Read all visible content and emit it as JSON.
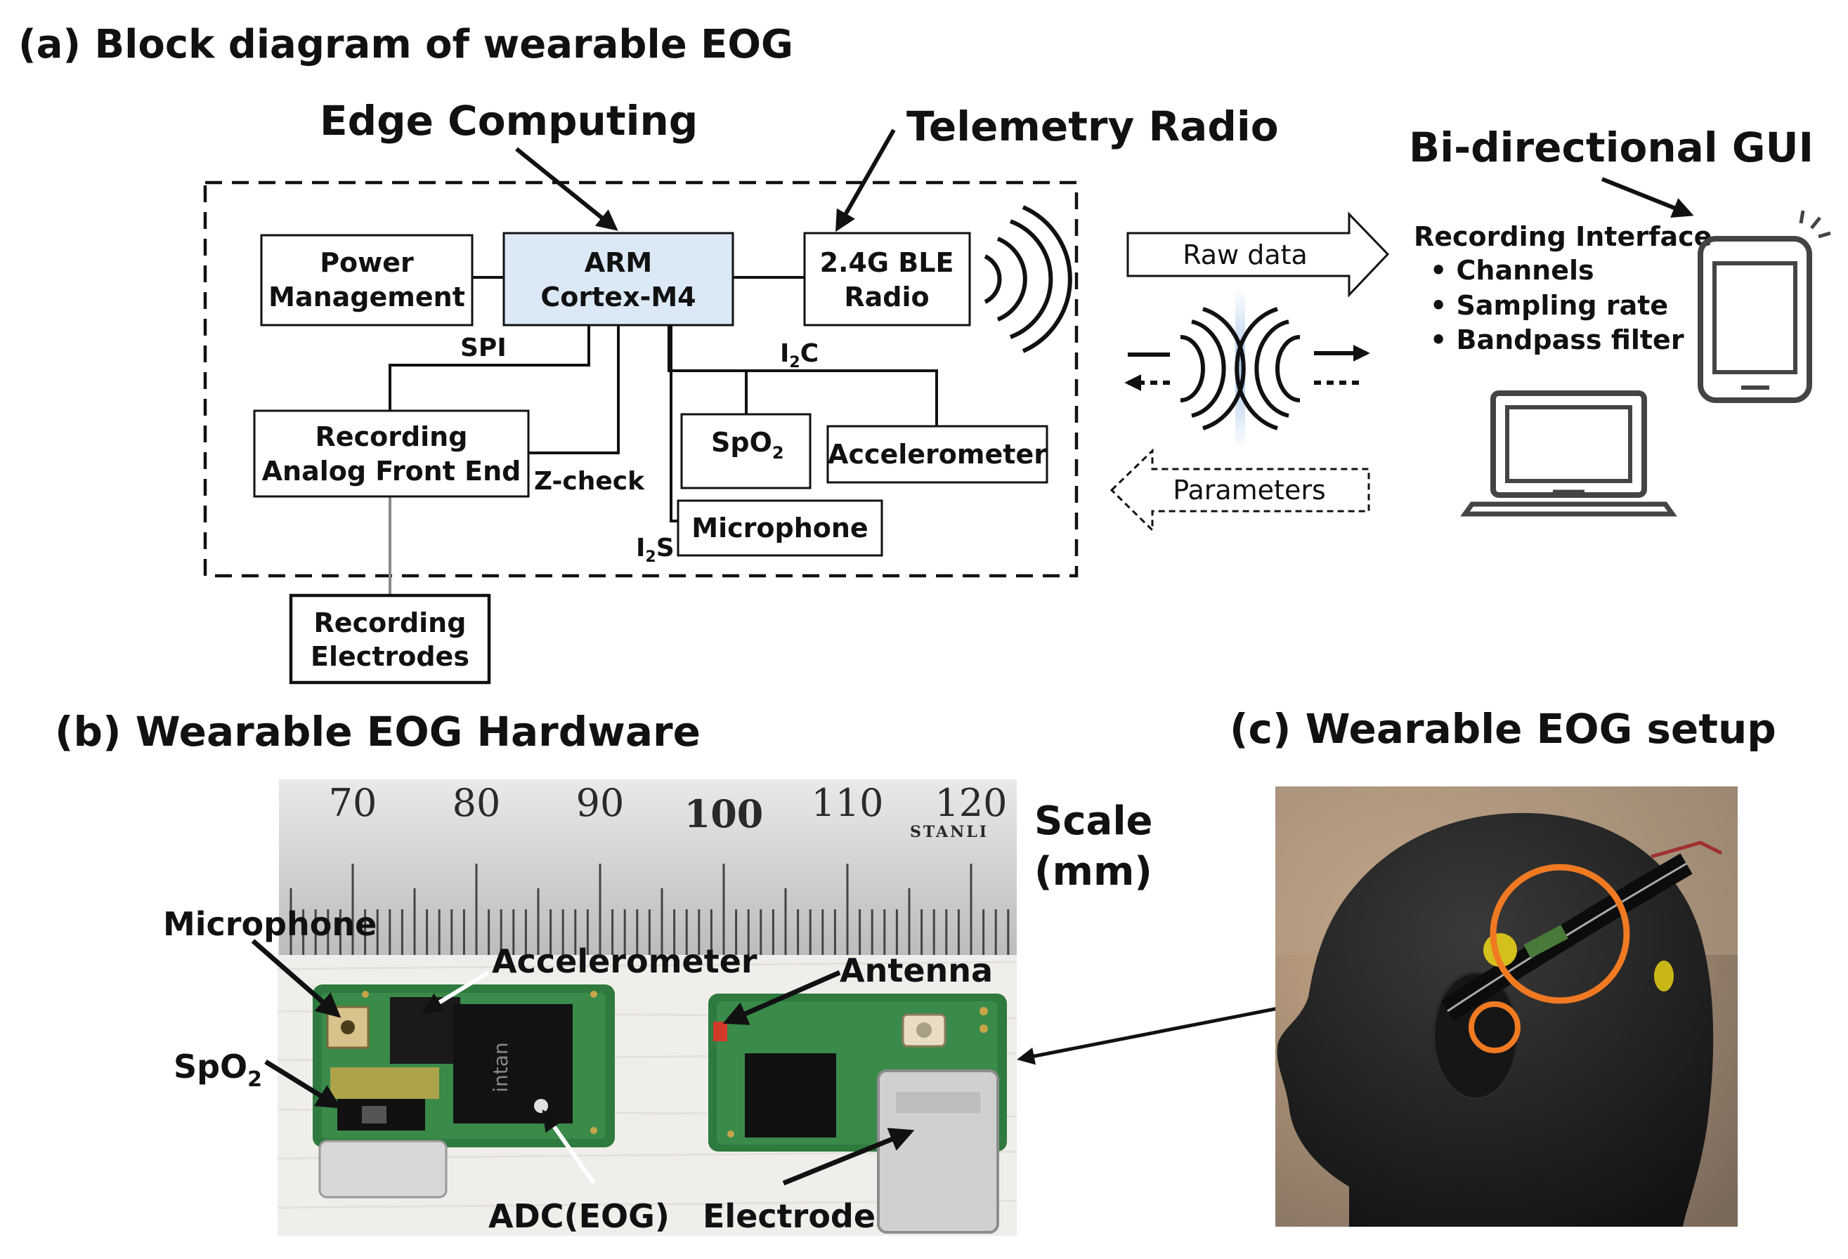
{
  "section_a": {
    "title": "(a) Block diagram of wearable EOG",
    "callouts": {
      "edge_computing": "Edge Computing",
      "telemetry_radio": "Telemetry Radio",
      "bidirectional_gui": "Bi-directional GUI"
    },
    "blocks": {
      "power_line1": "Power",
      "power_line2": "Management",
      "arm_line1": "ARM",
      "arm_line2": "Cortex-M4",
      "ble_line1": "2.4G BLE",
      "ble_line2": "Radio",
      "afe_line1": "Recording",
      "afe_line2": "Analog Front End",
      "spo2": "SpO",
      "spo2_sub": "2",
      "accelerometer": "Accelerometer",
      "microphone": "Microphone",
      "electrodes_line1": "Recording",
      "electrodes_line2": "Electrodes"
    },
    "bus_labels": {
      "spi": "SPI",
      "i2c_pre": "I",
      "i2c_sub": "2",
      "i2c_post": "C",
      "zcheck": "Z-check",
      "i2s_pre": "I",
      "i2s_sub": "2",
      "i2s_post": "S"
    },
    "flows": {
      "raw_data": "Raw data",
      "parameters": "Parameters"
    },
    "gui": {
      "heading": "Recording Interface",
      "items": [
        "• Channels",
        "• Sampling rate",
        "• Bandpass filter"
      ]
    },
    "colors": {
      "arm_fill": "#dbe8f5",
      "divider": "#b9d3ee"
    }
  },
  "section_b": {
    "title": "(b) Wearable EOG Hardware",
    "scale_line1": "Scale",
    "scale_line2": "(mm)",
    "ruler_numbers": [
      "70",
      "80",
      "90",
      "100",
      "110",
      "120"
    ],
    "ruler_brand": "STANLI",
    "labels": {
      "microphone": "Microphone",
      "accelerometer": "Accelerometer",
      "antenna": "Antenna",
      "spo2": "SpO",
      "spo2_sub": "2",
      "adc": "ADC(EOG)",
      "electrode": "Electrode"
    }
  },
  "section_c": {
    "title": "(c) Wearable EOG setup"
  }
}
